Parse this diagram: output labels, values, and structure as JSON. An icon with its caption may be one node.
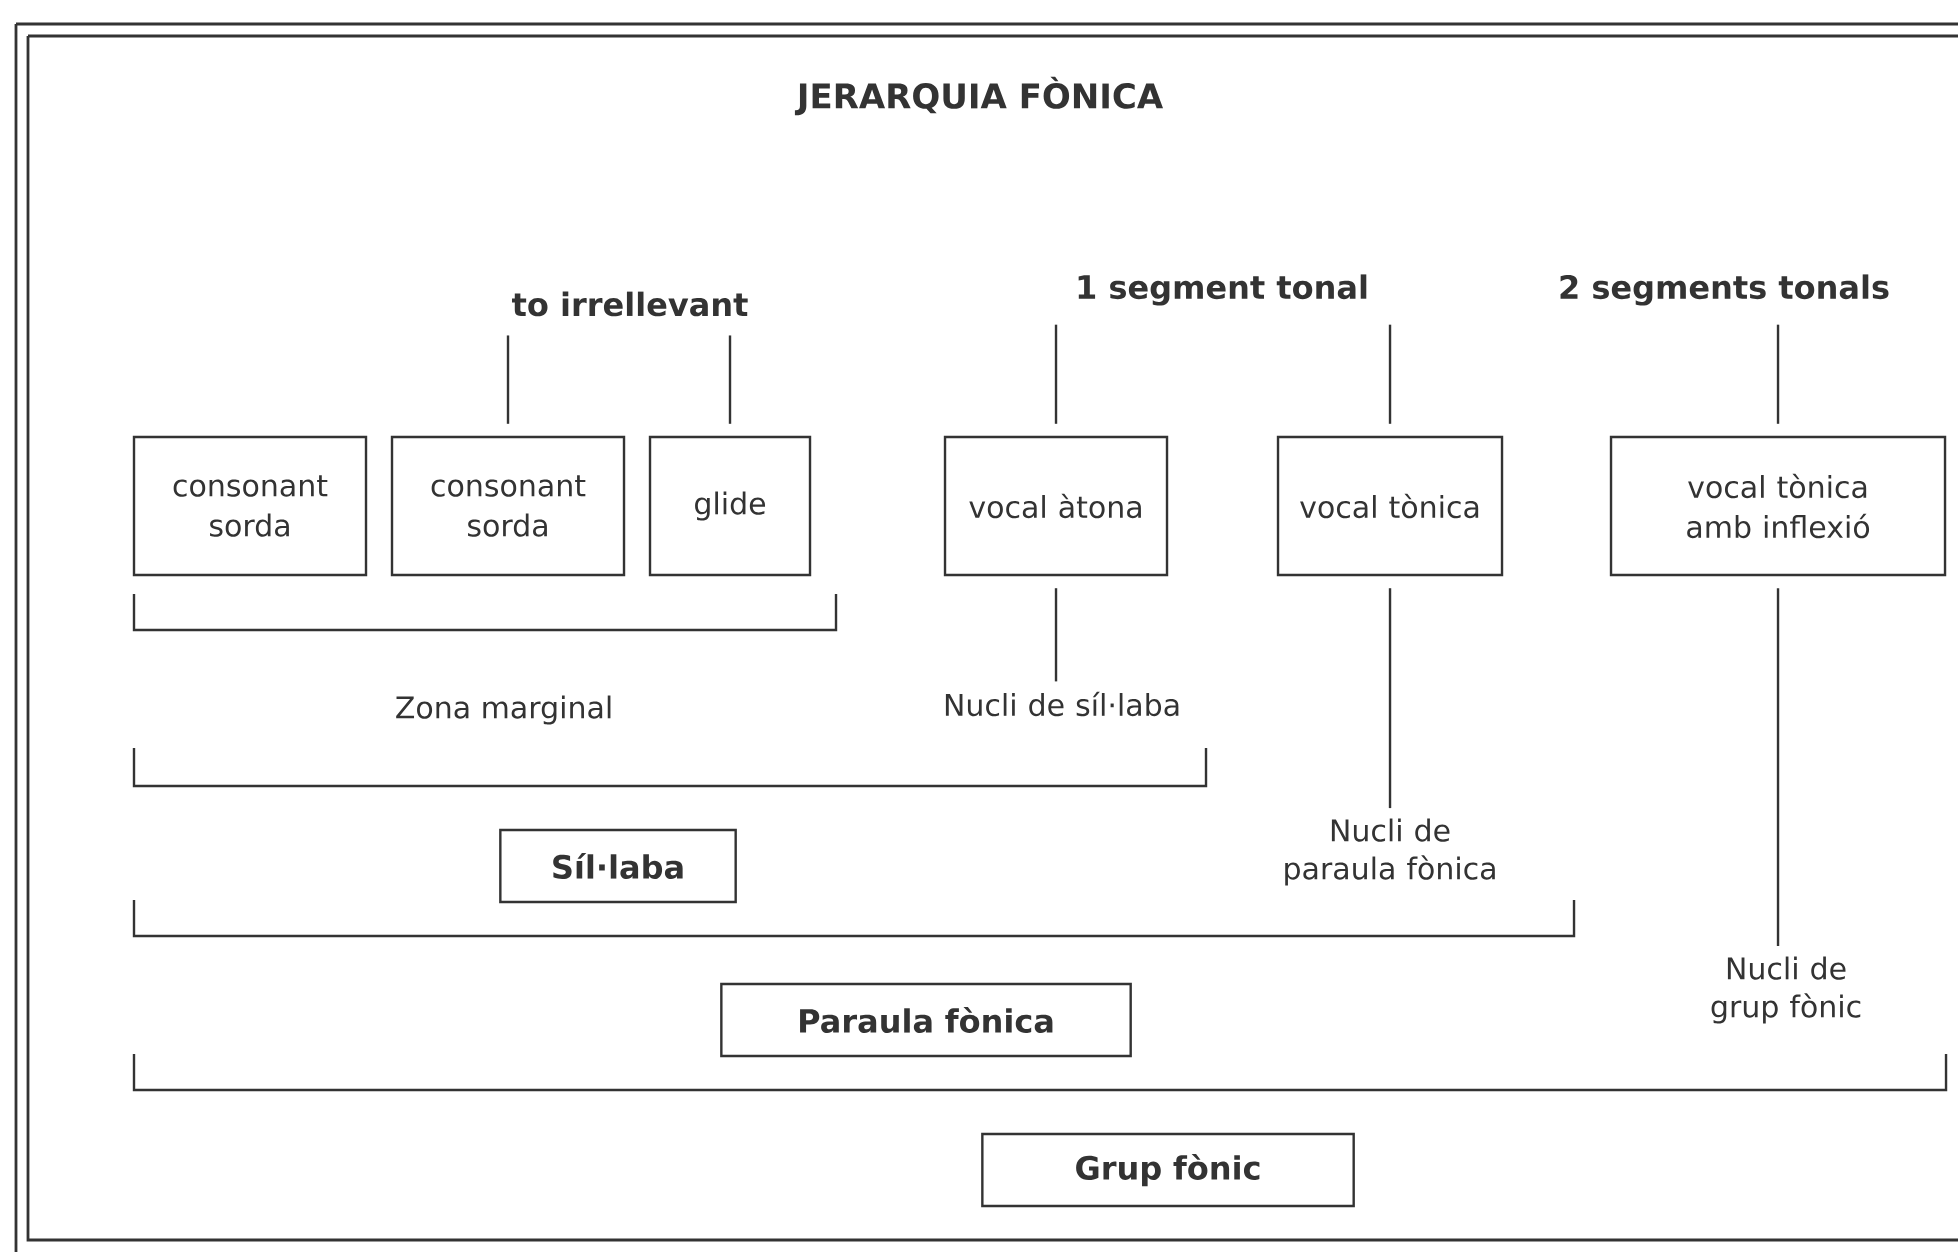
{
  "diagram": {
    "title": "JERARQUIA FÒNICA",
    "nodes": [
      {
        "text": [
          "to irrellevant"
        ]
      },
      {
        "text": [
          "1 segment tonal"
        ]
      },
      {
        "text": [
          "2 segments tonals"
        ]
      },
      {
        "text": [
          "consonant sorda"
        ]
      },
      {
        "text": [
          "consonant sorda"
        ]
      },
      {
        "text": [
          "glide"
        ]
      },
      {
        "text": [
          "vocal àtona"
        ]
      },
      {
        "text": [
          "vocal tònica"
        ]
      },
      {
        "text": [
          "vocal tònica amb inflexió"
        ]
      },
      {
        "text": [
          "Nucli de síl·laba"
        ]
      },
      {
        "text": [
          "Nucli de paraula fònica"
        ]
      },
      {
        "text": [
          "Síl·laba"
        ]
      },
      {
        "text": [
          "Nucli de grup fònic"
        ]
      },
      {
        "text": [
          "Paraula fònica"
        ]
      },
      {
        "text": [
          "Grup fònic"
        ]
      }
    ],
    "edges": [
      {
        "from": 0,
        "to": 4,
        "arrow": "none"
      },
      {
        "from": 0,
        "to": 5,
        "arrow": "none"
      },
      {
        "from": 1,
        "to": 6,
        "arrow": "none"
      },
      {
        "from": 1,
        "to": 7,
        "arrow": "none"
      },
      {
        "from": 2,
        "to": 8,
        "arrow": "none"
      },
      {
        "from": 6,
        "to": 9,
        "arrow": "none"
      },
      {
        "from": 7,
        "to": 10,
        "arrow": "none"
      },
      {
        "from": 8,
        "to": 12,
        "arrow": "none"
      }
    ],
    "labels": [
      "Zona marginal"
    ]
  }
}
